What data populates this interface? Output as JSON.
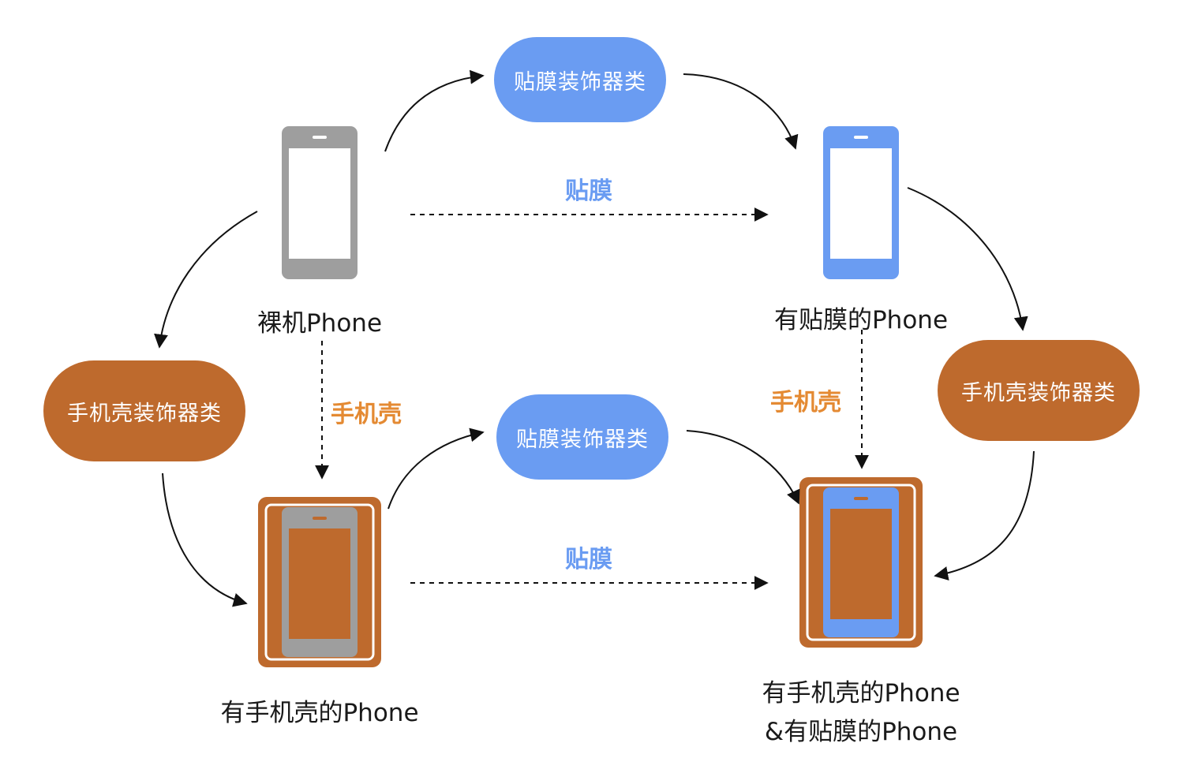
{
  "colors": {
    "decorator_blue": "#6a9cf2",
    "decorator_orange": "#be6a2d",
    "action_blue": "#6a9cf2",
    "action_orange": "#e48a33",
    "bare_phone_gray": "#9e9e9e",
    "arrow": "#111111"
  },
  "decorators": {
    "film_top": "贴膜装饰器类",
    "film_bottom": "贴膜装饰器类",
    "case_left": "手机壳装饰器类",
    "case_right": "手机壳装饰器类"
  },
  "phones": {
    "bare": "裸机Phone",
    "with_film": "有贴膜的Phone",
    "with_case": "有手机壳的Phone",
    "with_both_line1": "有手机壳的Phone",
    "with_both_line2": "&有贴膜的Phone"
  },
  "actions": {
    "film_top": "贴膜",
    "film_bottom": "贴膜",
    "case_left": "手机壳",
    "case_right": "手机壳"
  }
}
